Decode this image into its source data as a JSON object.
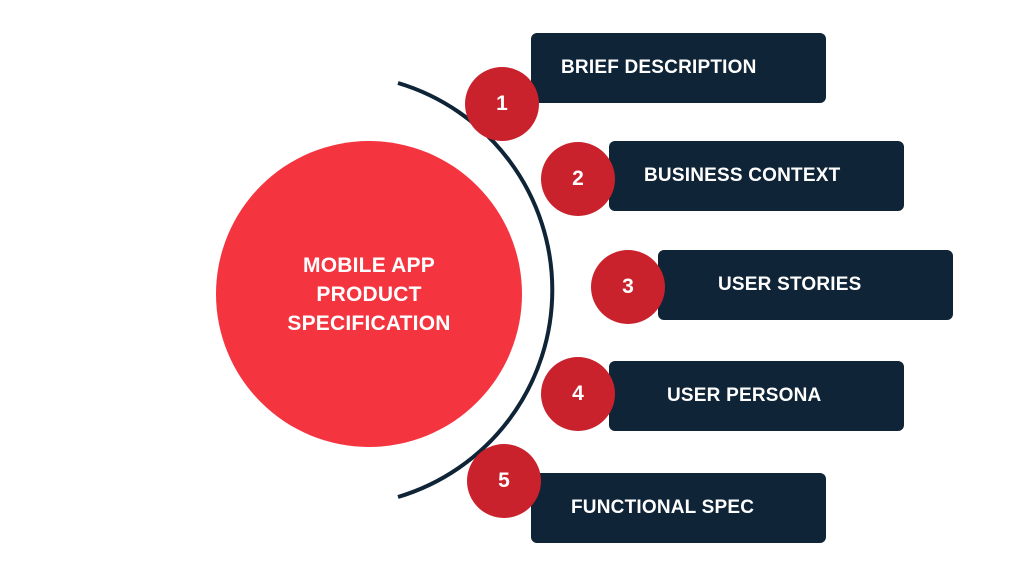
{
  "center": {
    "title_line1": "MOBILE APP",
    "title_line2": "PRODUCT",
    "title_line3": "SPECIFICATION"
  },
  "steps": [
    {
      "number": "1",
      "label": "BRIEF DESCRIPTION"
    },
    {
      "number": "2",
      "label": "BUSINESS CONTEXT"
    },
    {
      "number": "3",
      "label": "USER STORIES"
    },
    {
      "number": "4",
      "label": "USER PERSONA"
    },
    {
      "number": "5",
      "label": "FUNCTIONAL SPEC"
    }
  ],
  "colors": {
    "center_circle": "#f4343f",
    "number_badge": "#c9222d",
    "label_box": "#0f2436",
    "arc": "#0f2436",
    "text": "#ffffff"
  }
}
